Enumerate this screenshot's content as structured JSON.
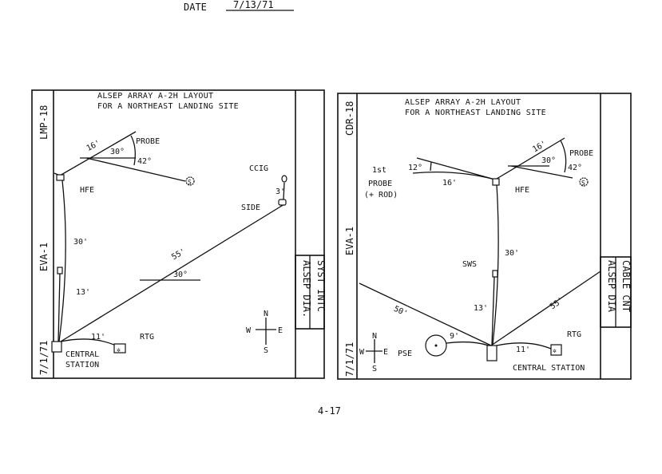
{
  "header": {
    "date_label": "DATE",
    "date_value": "7/13/71"
  },
  "footer": {
    "page_number": "4-17"
  },
  "left_panel": {
    "title_line1": "ALSEP ARRAY A-2H LAYOUT",
    "title_line2": "FOR A NORTHEAST LANDING SITE",
    "side_top": "LMP-18",
    "side_mid": "EVA-1",
    "side_bottom": "7/1/71",
    "tab_line1": "SYST INTC",
    "tab_line2": "ALSEP DIA.",
    "labels": {
      "probe_len": "16'",
      "probe_angle": "30°",
      "probe": "PROBE",
      "probe_angle2": "42°",
      "sun": "S",
      "hfe": "HFE",
      "hfe_cable": "30'",
      "sws_cable": "13'",
      "central_1": "CENTRAL",
      "central_2": "STATION",
      "rtg": "RTG",
      "rtg_cable": "11'",
      "side_cable": "55'",
      "side_angle": "30°",
      "side": "SIDE",
      "ccig": "CCIG",
      "ccig_cable": "3'"
    },
    "compass": {
      "n": "N",
      "s": "S",
      "w": "W",
      "e": "E"
    }
  },
  "right_panel": {
    "title_line1": "ALSEP ARRAY A-2H LAYOUT",
    "title_line2": "FOR A NORTHEAST LANDING SITE",
    "side_top": "CDR-18",
    "side_mid": "EVA-1",
    "side_bottom": "7/1/71",
    "tab_line1": "CABLE CNT",
    "tab_line2": "ALSEP DIA",
    "labels": {
      "first": "1st",
      "first_angle": "12°",
      "first_probe": "PROBE",
      "first_rod": "(+ ROD)",
      "first_len": "16'",
      "probe_len": "16'",
      "probe_angle": "30°",
      "probe": "PROBE",
      "probe_angle2": "42°",
      "sun": "S",
      "hfe": "HFE",
      "hfe_cable": "30'",
      "sws": "SWS",
      "sws_cable": "13'",
      "left_cable": "50'",
      "right_cable": "55'",
      "pse": "PSE",
      "pse_cable": "9'",
      "rtg": "RTG",
      "rtg_cable": "11'",
      "central": "CENTRAL STATION"
    },
    "compass": {
      "n": "N",
      "s": "S",
      "w": "W",
      "e": "E"
    }
  }
}
